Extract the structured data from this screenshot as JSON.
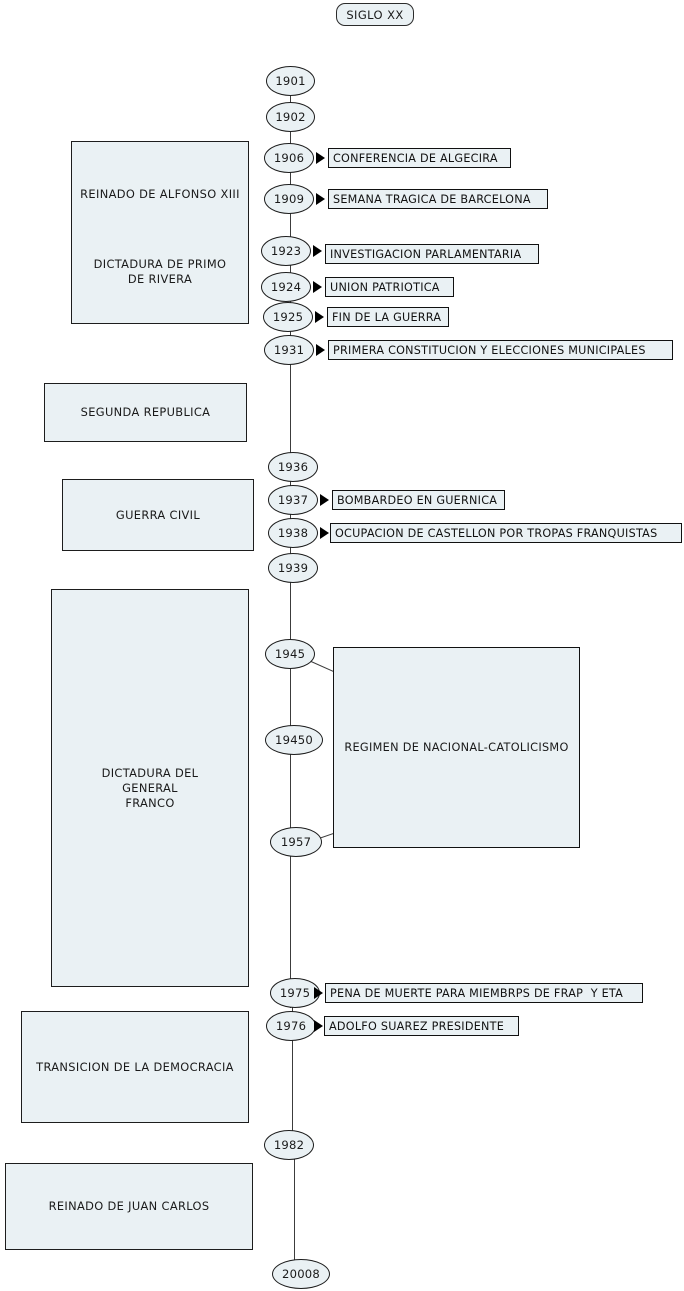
{
  "title": {
    "label": "SIGLO XX"
  },
  "eras": [
    {
      "name": "reinado-alfonso-xiii",
      "label": "REINADO DE ALFONSO XIII"
    },
    {
      "name": "dictadura-primo-de-rivera",
      "label": "DICTADURA DE PRIMO\nDE RIVERA"
    },
    {
      "name": "segunda-republica",
      "label": "SEGUNDA REPUBLICA"
    },
    {
      "name": "guerra-civil",
      "label": "GUERRA CIVIL"
    },
    {
      "name": "dictadura-franco",
      "label": "DICTADURA DEL\nGENERAL\nFRANCO"
    },
    {
      "name": "transicion-democracia",
      "label": "TRANSICION DE LA DEMOCRACIA"
    },
    {
      "name": "reinado-juan-carlos",
      "label": "REINADO DE JUAN CARLOS"
    }
  ],
  "side_boxes": [
    {
      "name": "regimen-nacional-catolicismo",
      "label": "REGIMEN DE NACIONAL-CATOLICISMO"
    }
  ],
  "timeline": [
    {
      "year": "1901",
      "event": ""
    },
    {
      "year": "1902",
      "event": ""
    },
    {
      "year": "1906",
      "event": "CONFERENCIA DE ALGECIRA"
    },
    {
      "year": "1909",
      "event": "SEMANA TRAGICA DE BARCELONA"
    },
    {
      "year": "1923",
      "event": "INVESTIGACION PARLAMENTARIA"
    },
    {
      "year": "1924",
      "event": "UNION PATRIOTICA"
    },
    {
      "year": "1925",
      "event": "FIN DE LA GUERRA"
    },
    {
      "year": "1931",
      "event": "PRIMERA CONSTITUCION Y ELECCIONES MUNICIPALES"
    },
    {
      "year": "1936",
      "event": ""
    },
    {
      "year": "1937",
      "event": "BOMBARDEO EN GUERNICA"
    },
    {
      "year": "1938",
      "event": "OCUPACION DE CASTELLON POR TROPAS FRANQUISTAS"
    },
    {
      "year": "1939",
      "event": ""
    },
    {
      "year": "1945",
      "event": ""
    },
    {
      "year": "19450",
      "event": ""
    },
    {
      "year": "1957",
      "event": ""
    },
    {
      "year": "1975",
      "event": "PENA DE MUERTE PARA MIEMBRPS DE FRAP  Y ETA"
    },
    {
      "year": "1976",
      "event": "ADOLFO SUAREZ PRESIDENTE"
    },
    {
      "year": "1982",
      "event": ""
    },
    {
      "year": "20008",
      "event": ""
    }
  ],
  "colors": {
    "node_fill": "#eaf1f4",
    "node_stroke": "#1d1d1d",
    "box_fill": "#eaf1f4",
    "box_stroke": "#111111",
    "line": "#3c3c3c",
    "arrow": "#000000",
    "text": "#1a1a1a",
    "background": "#ffffff"
  }
}
